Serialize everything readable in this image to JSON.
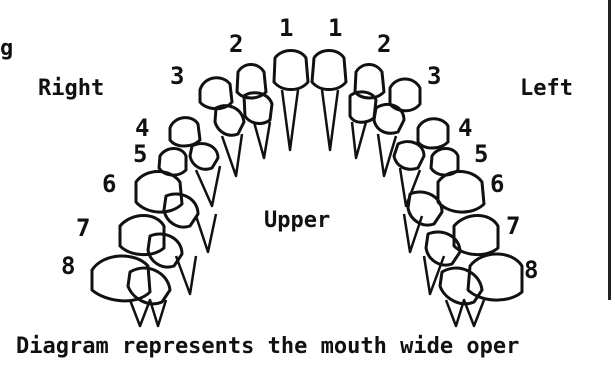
{
  "labels": {
    "corner_fragment": "g",
    "right": "Right",
    "left": "Left",
    "center": "Upper",
    "caption": "Diagram represents the mouth wide oper"
  },
  "tooth_numbers": {
    "right": [
      "1",
      "2",
      "3",
      "4",
      "5",
      "6",
      "7",
      "8"
    ],
    "left": [
      "1",
      "2",
      "3",
      "4",
      "5",
      "6",
      "7",
      "8"
    ]
  }
}
